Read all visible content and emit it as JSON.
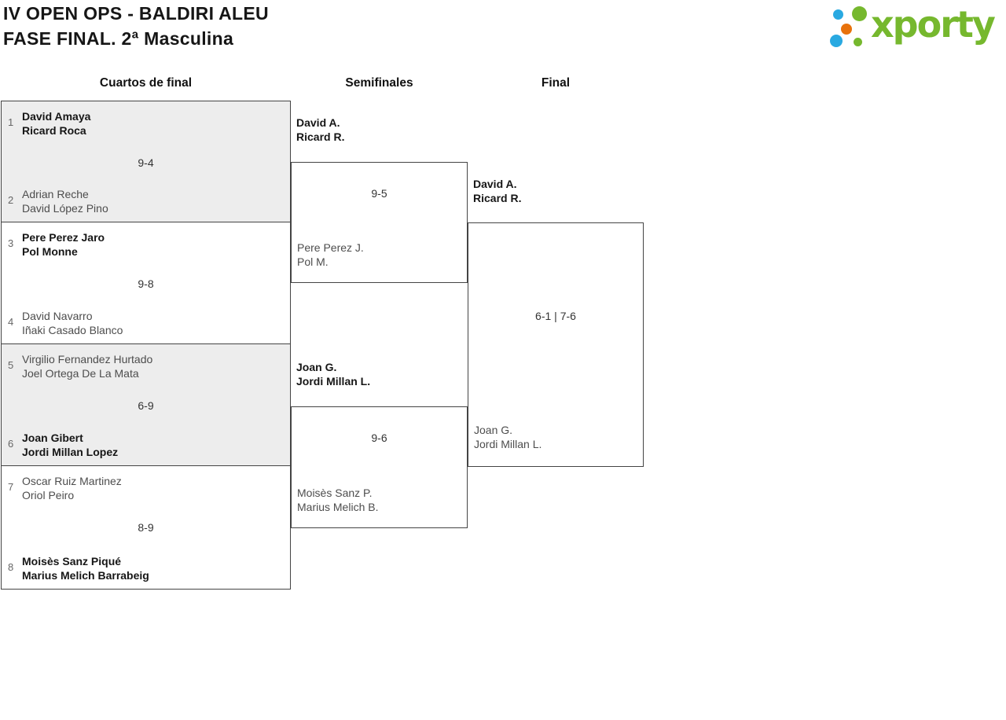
{
  "header": {
    "title_line1": "IV OPEN OPS - BALDIRI ALEU",
    "title_line2": "FASE FINAL. 2ª Masculina"
  },
  "logo": {
    "brand": "xporty"
  },
  "round_headers": {
    "quarterfinals": "Cuartos de final",
    "semifinals": "Semifinales",
    "final": "Final"
  },
  "bracket": {
    "quarterfinals": [
      {
        "seed_top": "1",
        "top_line1": "David Amaya",
        "top_line2": "Ricard Roca",
        "top_winner": true,
        "seed_bottom": "2",
        "bottom_line1": "Adrian Reche",
        "bottom_line2": "David López Pino",
        "bottom_winner": false,
        "score": "9-4"
      },
      {
        "seed_top": "3",
        "top_line1": "Pere Perez Jaro",
        "top_line2": "Pol Monne",
        "top_winner": true,
        "seed_bottom": "4",
        "bottom_line1": "David Navarro",
        "bottom_line2": "Iñaki Casado Blanco",
        "bottom_winner": false,
        "score": "9-8"
      },
      {
        "seed_top": "5",
        "top_line1": "Virgilio Fernandez Hurtado",
        "top_line2": "Joel Ortega De La Mata",
        "top_winner": false,
        "seed_bottom": "6",
        "bottom_line1": "Joan Gibert",
        "bottom_line2": "Jordi Millan Lopez",
        "bottom_winner": true,
        "score": "6-9"
      },
      {
        "seed_top": "7",
        "top_line1": "Oscar Ruiz Martinez",
        "top_line2": "Oriol Peiro",
        "top_winner": false,
        "seed_bottom": "8",
        "bottom_line1": "Moisès Sanz Piqué",
        "bottom_line2": "Marius Melich Barrabeig",
        "bottom_winner": true,
        "score": "8-9"
      }
    ],
    "semifinals": [
      {
        "top_line1": "David A.",
        "top_line2": "Ricard R.",
        "top_winner": true,
        "bottom_line1": "Pere Perez J.",
        "bottom_line2": "Pol M.",
        "bottom_winner": false,
        "score": "9-5"
      },
      {
        "top_line1": "Joan G.",
        "top_line2": "Jordi Millan L.",
        "top_winner": true,
        "bottom_line1": "Moisès Sanz P.",
        "bottom_line2": "Marius Melich B.",
        "bottom_winner": false,
        "score": "9-6"
      }
    ],
    "final": {
      "top_line1": "David A.",
      "top_line2": "Ricard R.",
      "top_winner": true,
      "bottom_line1": "Joan G.",
      "bottom_line2": "Jordi Millan L.",
      "bottom_winner": false,
      "score": "6-1 | 7-6"
    }
  },
  "colors": {
    "brand_green": "#76b82e",
    "brand_blue": "#29a9e1",
    "brand_orange": "#e8720c",
    "box_gray": "#ededed",
    "border": "#444444",
    "winner_text": "#161616",
    "loser_text": "#4d4d4d",
    "score_text": "#333333",
    "seed_text": "#666666"
  }
}
